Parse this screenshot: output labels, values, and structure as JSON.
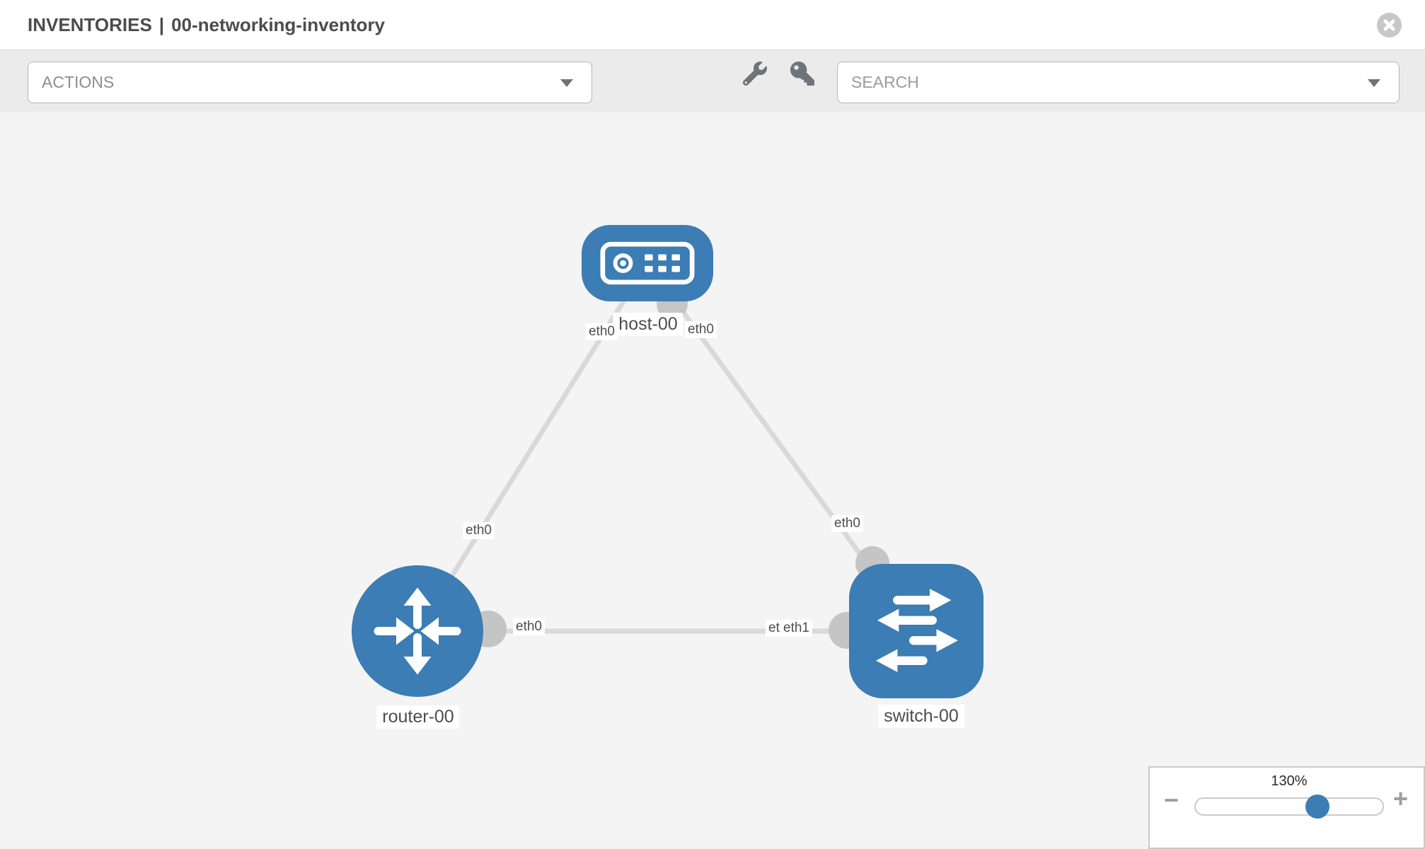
{
  "header": {
    "section": "INVENTORIES",
    "separator": "|",
    "inventory_name": "00-networking-inventory"
  },
  "toolbar": {
    "actions_label": "ACTIONS",
    "search_placeholder": "SEARCH"
  },
  "icons": {
    "close": "x-circle",
    "tools": "wrench",
    "credentials": "key",
    "dropdown": "caret-down",
    "zoom_out": "minus",
    "zoom_in": "plus"
  },
  "topology": {
    "nodes": [
      {
        "id": "host-00",
        "type": "host",
        "label": "host-00"
      },
      {
        "id": "router-00",
        "type": "router",
        "label": "router-00"
      },
      {
        "id": "switch-00",
        "type": "switch",
        "label": "switch-00"
      }
    ],
    "links": [
      {
        "from": "host-00",
        "to": "router-00",
        "from_iface": "eth0",
        "to_iface": "eth0"
      },
      {
        "from": "host-00",
        "to": "switch-00",
        "from_iface": "eth0",
        "to_iface": "eth0"
      },
      {
        "from": "router-00",
        "to": "switch-00",
        "from_iface": "eth0",
        "to_iface": "eth1",
        "to_iface_overlapped": "eth0"
      }
    ]
  },
  "zoom_control": {
    "level": "130%",
    "minus": "−",
    "plus": "+"
  },
  "colors": {
    "node_blue": "#3b7db4",
    "link_gray": "#d9d9d9",
    "connector_gray": "#c5c5c5",
    "canvas_bg": "#f4f4f4",
    "toolbar_bg": "#ebebeb"
  }
}
